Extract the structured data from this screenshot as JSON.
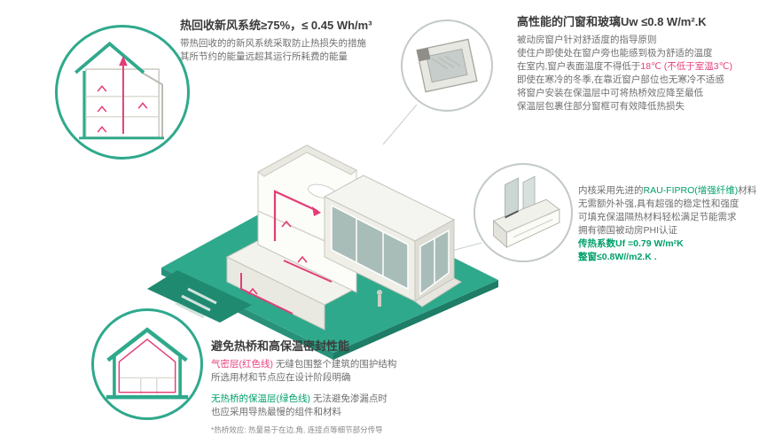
{
  "colors": {
    "teal": "#2fa98c",
    "red": "#e8417e",
    "green": "#00a06a",
    "heading": "#3b3b3b",
    "body_text": "#6f6f6f"
  },
  "hrv": {
    "title": "热回收新风系统≥75%，≤ 0.45 Wh/m³",
    "line1": "带热回收的的新风系统采取防止热损失的措施",
    "line2": "其所节约的能量远超其运行所耗费的能量"
  },
  "windows": {
    "title": "高性能的门窗和玻璃Uw ≤0.8 W/m².K",
    "line1": "被动房窗户针对舒适度的指导原则",
    "line2": "使住户即使处在窗户旁也能感到极为舒适的温度",
    "line3_pre": "在室内,窗户表面温度不得低于",
    "line3_red": "18℃ (不低于室温3℃)",
    "line4": "即使在寒冷的冬季,在靠近窗户部位也无寒冷不适感",
    "line5": "将窗户安装在保温层中可将热桥效应降至最低",
    "line6": "保温层包裹住部分窗框可有效降低热损失"
  },
  "profile": {
    "line1_pre": "内核采用先进的",
    "line1_green": "RAU-FIPRO(增强纤维)",
    "line1_post": "材料",
    "line2": "无需额外补强,具有超强的稳定性和强度",
    "line3": "可填充保温隔热材料轻松满足节能需求",
    "line4": "拥有德国被动房PHI认证",
    "line5": "传热系数Uf =0.79 W/m²K",
    "line6": "整窗≤0.8W//m2.K ."
  },
  "thermal": {
    "title": "避免热桥和高保温密封性能",
    "p1_red": "气密层(红色线)",
    "p1_rest": " 无缝包围整个建筑的围护结构",
    "p1_line2": "所选用材和节点应在设计阶段明确",
    "p2_green": "无热桥的保温层(绿色线)",
    "p2_rest": " 无法避免渗漏点时",
    "p2_line2": "也应采用导热最慢的组件和材料",
    "footnote": "*热桥效应: 热量易于在边,角, 连接点等细节部分传导"
  },
  "icons": {
    "hrv_inset": "house-section-with-ventilation-arrows",
    "window_corner_inset": "window-corner-detail",
    "window_profile_inset": "window-frame-profile-3d",
    "thermal_inset": "house-envelope-outline",
    "main": "isometric-cutaway-passive-house"
  }
}
